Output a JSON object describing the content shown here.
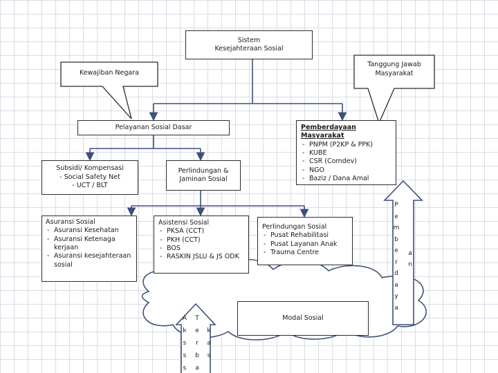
{
  "diagram": {
    "system": [
      "Sistem",
      "Kesejahteraan Sosial"
    ],
    "callout_left": "Kewajiban Negara",
    "callout_right": [
      "Tanggung Jawab",
      "Masyarakat"
    ],
    "basic_services": "Pelayanan Sosial Dasar",
    "community_empowerment": {
      "title": "Pemberdayaan Masyarakat",
      "items": [
        "PNPM (P2KP & PPK)",
        "KUBE",
        "CSR (Comdev)",
        "NGO",
        "Baziz / Dana Amal"
      ]
    },
    "subsidy": [
      "Subsidi/ Kompensasi",
      "- Social Safety Net",
      "- UCT / BLT"
    ],
    "protection": [
      "Perlindungan &",
      "Jaminan Sosial"
    ],
    "insurance": {
      "title": "Asuransi Sosial",
      "items": [
        "Asuransi Kesehatan",
        "Asuransi   Ketenaga kerjaan",
        "Asuransi kesejahteraan sosial"
      ]
    },
    "social_assistance": {
      "title": "Asistensi Sosial",
      "items": [
        "PKSA (CCT)",
        "PKH (CCT)",
        "BOS",
        "RASKIN JSLU & JS ODK"
      ]
    },
    "social_protection": {
      "title": "Perlindungan Sosial",
      "items": [
        "Pusat Rehabilitasi",
        "Pusat Layanan Anak",
        "Trauma Centre"
      ]
    },
    "social_capital": "Modal Sosial",
    "up_arrow_col1": [
      "P",
      "e",
      "m",
      "b",
      "e",
      "r",
      "d",
      "a",
      "y",
      "a"
    ],
    "up_arrow_col2": [
      "a",
      "n"
    ],
    "bottom_col1": [
      "A",
      "k",
      "s",
      "s",
      "s"
    ],
    "bottom_col2": [
      "T",
      "e",
      "r",
      "b",
      "a"
    ],
    "bottom_col3": [
      "k",
      "a",
      "s"
    ]
  },
  "colors": {
    "border": "#2c2c2c",
    "arrow": "#3d4f7a",
    "cloud": "#ffffff",
    "grid": "#d9dce3"
  }
}
